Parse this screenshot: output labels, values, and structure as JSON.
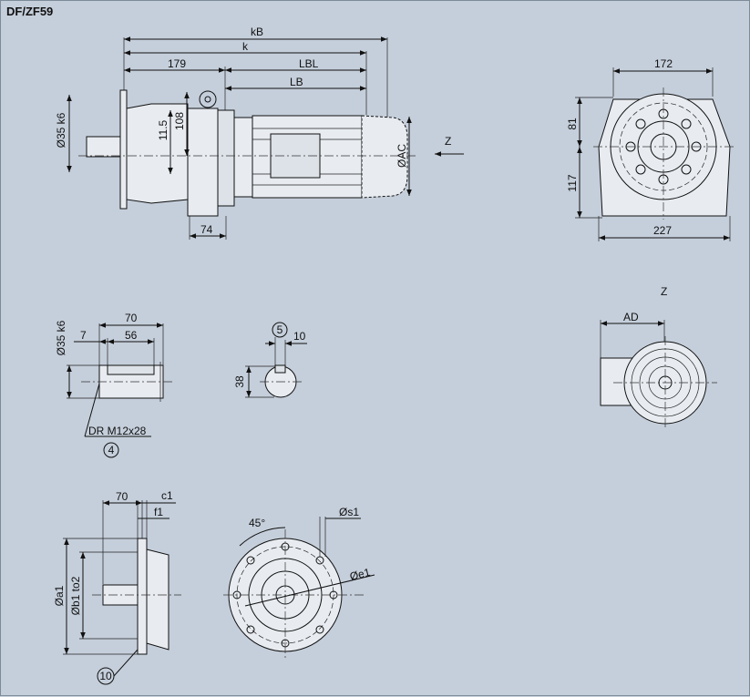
{
  "drawing": {
    "title": "DF/ZF59",
    "view_label": "Z",
    "side_view": {
      "kB": "kB",
      "k": "k",
      "179": "179",
      "LBL": "LBL",
      "LB": "LB",
      "shaft": "Ø35 k6",
      "h108": "108",
      "h115": "11.5",
      "w74": "74",
      "AC": "ØAC"
    },
    "front_view": {
      "w172": "172",
      "h81": "81",
      "h117": "117",
      "w227": "227"
    },
    "fan_view": {
      "AD": "AD"
    },
    "shaft_detail": {
      "shaft": "Ø35 k6",
      "w70": "70",
      "w7": "7",
      "w56": "56",
      "thread": "DR M12x28",
      "callout": "4"
    },
    "key_detail": {
      "callout": "5",
      "w10": "10",
      "h38": "38"
    },
    "flange_detail": {
      "w70": "70",
      "c1": "c1",
      "f1": "f1",
      "a1": "Øa1",
      "b1": "Øb1 to2",
      "callout": "10"
    },
    "flange_front": {
      "angle": "45°",
      "s1": "Øs1",
      "e1": "Øe1"
    }
  }
}
